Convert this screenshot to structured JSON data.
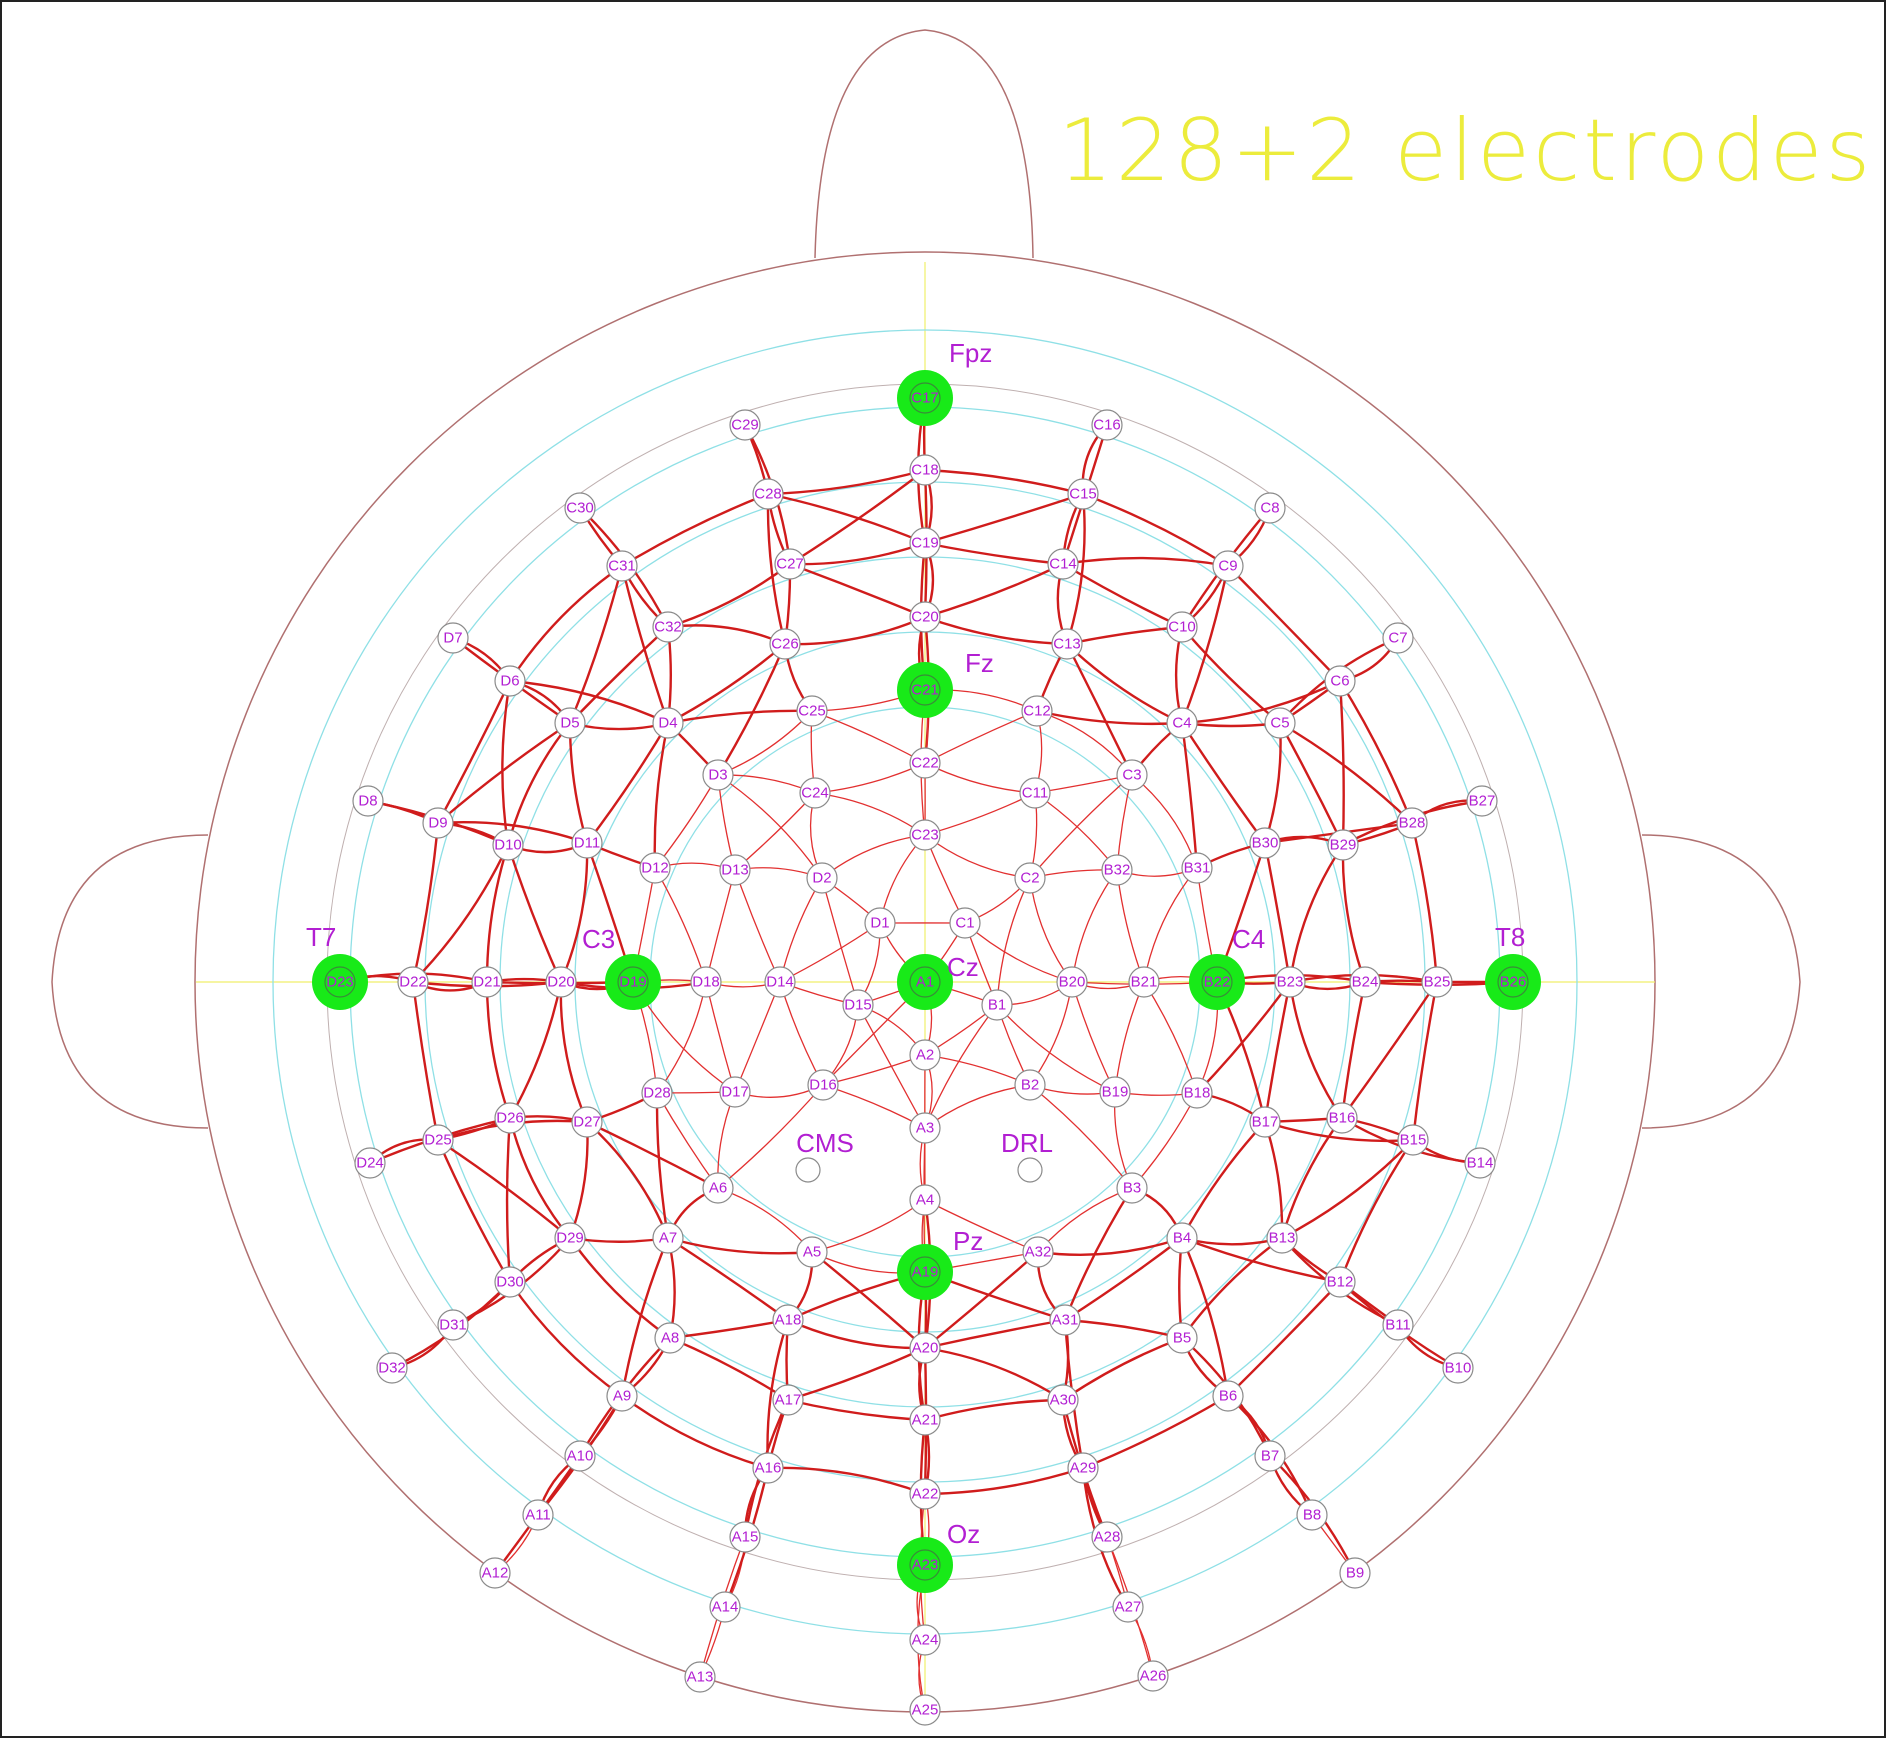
{
  "title": "128+2 electrodes",
  "colors": {
    "wire": "#d01c1c",
    "wire_thin": "#e23030",
    "electrode_fill": "#ffffff",
    "electrode_stroke": "#8a8a8a",
    "label": "#b21fd2",
    "highlight": "#18ea18",
    "head_outline": "#b07070",
    "rings": "#8fe0e6",
    "crosshair": "#f0ef6a",
    "title": "#ecec3c"
  },
  "landmarks": [
    {
      "site": "Fpz",
      "electrode": "C17"
    },
    {
      "site": "Fz",
      "electrode": "C21"
    },
    {
      "site": "Cz",
      "electrode": "A1"
    },
    {
      "site": "Pz",
      "electrode": "A19"
    },
    {
      "site": "Oz",
      "electrode": "A23"
    },
    {
      "site": "T7",
      "electrode": "D23"
    },
    {
      "site": "C3",
      "electrode": "D19"
    },
    {
      "site": "C4",
      "electrode": "B22"
    },
    {
      "site": "T8",
      "electrode": "B26"
    }
  ],
  "reference_electrodes": [
    "CMS",
    "DRL"
  ],
  "electrodes": [
    "A1",
    "A2",
    "A3",
    "A4",
    "A5",
    "A6",
    "A7",
    "A8",
    "A9",
    "A10",
    "A11",
    "A12",
    "A13",
    "A14",
    "A15",
    "A16",
    "A17",
    "A18",
    "A19",
    "A20",
    "A21",
    "A22",
    "A23",
    "A24",
    "A25",
    "A26",
    "A27",
    "A28",
    "A29",
    "A30",
    "A31",
    "A32",
    "B1",
    "B2",
    "B3",
    "B4",
    "B5",
    "B6",
    "B7",
    "B8",
    "B9",
    "B10",
    "B11",
    "B12",
    "B13",
    "B14",
    "B15",
    "B16",
    "B17",
    "B18",
    "B19",
    "B20",
    "B21",
    "B22",
    "B23",
    "B24",
    "B25",
    "B26",
    "B27",
    "B28",
    "B29",
    "B30",
    "B31",
    "B32",
    "C1",
    "C2",
    "C3",
    "C4",
    "C5",
    "C6",
    "C7",
    "C8",
    "C9",
    "C10",
    "C11",
    "C12",
    "C13",
    "C14",
    "C15",
    "C16",
    "C17",
    "C18",
    "C19",
    "C20",
    "C21",
    "C22",
    "C23",
    "C24",
    "C25",
    "C26",
    "C27",
    "C28",
    "C29",
    "C30",
    "C31",
    "C32",
    "D1",
    "D2",
    "D3",
    "D4",
    "D5",
    "D6",
    "D7",
    "D8",
    "D9",
    "D10",
    "D11",
    "D12",
    "D13",
    "D14",
    "D15",
    "D16",
    "D17",
    "D18",
    "D19",
    "D20",
    "D21",
    "D22",
    "D23",
    "D24",
    "D25",
    "D26",
    "D27",
    "D28",
    "D29",
    "D30",
    "D31",
    "D32"
  ]
}
